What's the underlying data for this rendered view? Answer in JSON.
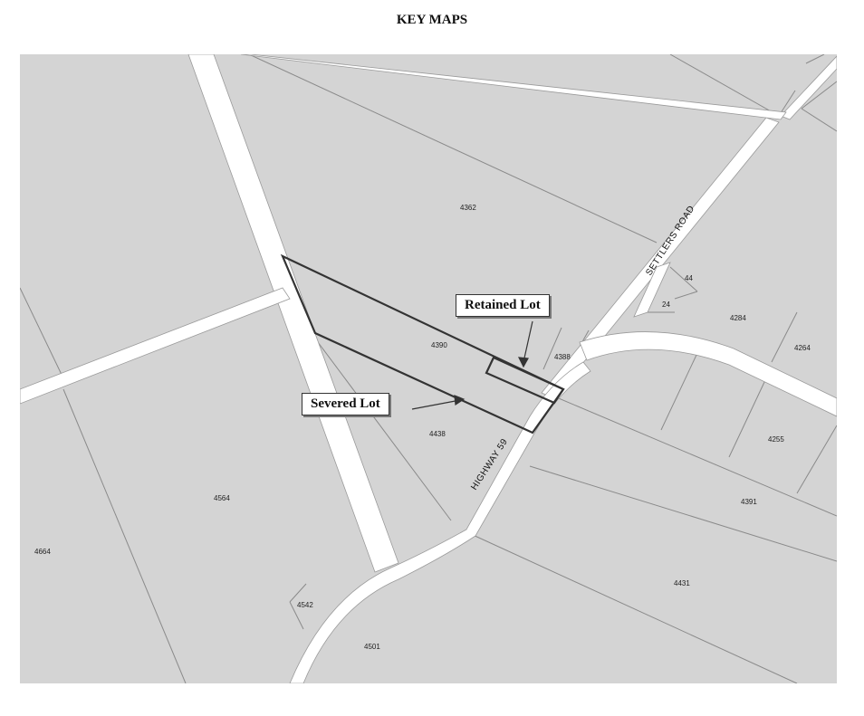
{
  "title": "KEY MAPS",
  "roads": {
    "settlers": "SETTLERS ROAD",
    "highway": "HIGHWAY 59"
  },
  "callouts": {
    "retained": "Retained Lot",
    "severed": "Severed Lot"
  },
  "parcels": {
    "p4362": "4362",
    "p4390": "4390",
    "p4438": "4438",
    "p4388": "4388",
    "p44": "44",
    "p24": "24",
    "p4284": "4284",
    "p4264": "4264",
    "p4255": "4255",
    "p4391": "4391",
    "p4431": "4431",
    "p4564": "4564",
    "p4664": "4664",
    "p4542": "4542",
    "p4501": "4501"
  },
  "colors": {
    "parcel_fill": "#d4d4d4",
    "road": "#ffffff",
    "lot_outline": "#333333"
  }
}
